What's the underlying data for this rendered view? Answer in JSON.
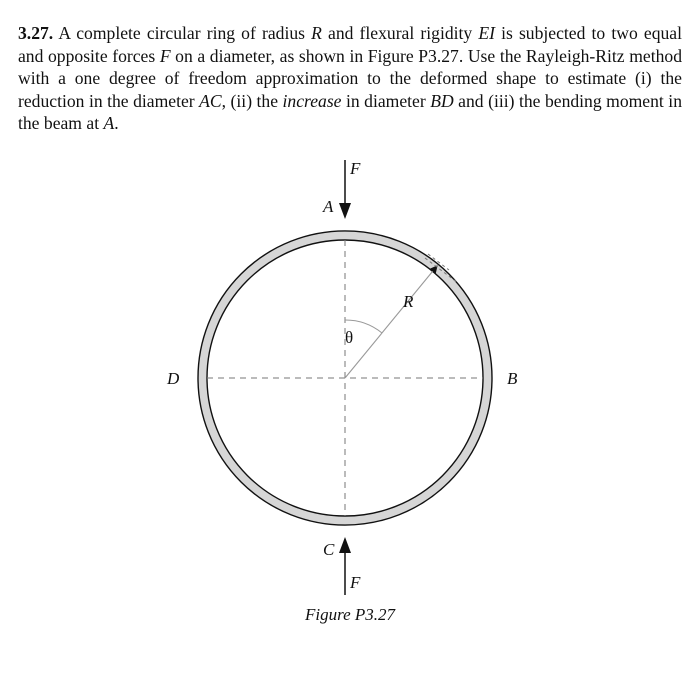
{
  "problem": {
    "number": "3.27.",
    "parts": [
      {
        "t": "A complete circular ring of radius "
      },
      {
        "t": "R",
        "i": true
      },
      {
        "t": " and flexural rigidity "
      },
      {
        "t": "EI",
        "i": true
      },
      {
        "t": " is subjected to two equal and opposite forces "
      },
      {
        "t": "F",
        "i": true
      },
      {
        "t": " on a diameter, as shown in Figure P3.27. Use the Rayleigh-Ritz method with a one degree of freedom approximation to the deformed shape to estimate (i) the reduction in the diameter "
      },
      {
        "t": "AC",
        "i": true
      },
      {
        "t": ", (ii) the "
      },
      {
        "t": "increase",
        "i": true
      },
      {
        "t": " in diameter "
      },
      {
        "t": "BD",
        "i": true
      },
      {
        "t": " and (iii) the bending moment in the beam at "
      },
      {
        "t": "A",
        "i": true
      },
      {
        "t": "."
      }
    ]
  },
  "figure": {
    "labels": {
      "force_top": "F",
      "force_bottom": "F",
      "point_a": "A",
      "point_b": "B",
      "point_c": "C",
      "point_d": "D",
      "radius": "R",
      "angle": "θ"
    },
    "ring_fill": "#d6d6d6",
    "caption": "Figure P3.27"
  }
}
